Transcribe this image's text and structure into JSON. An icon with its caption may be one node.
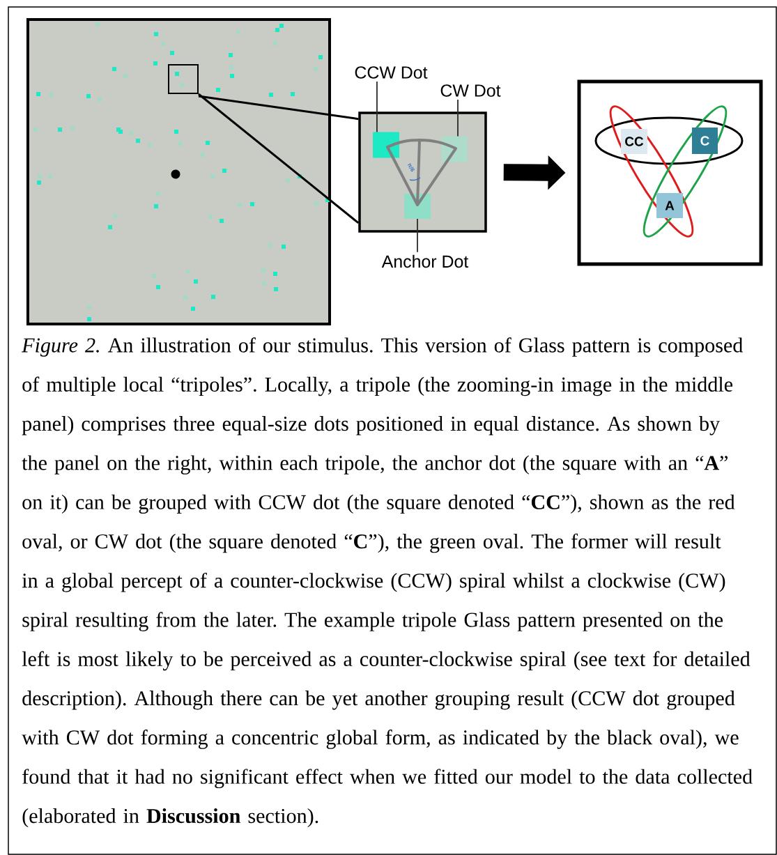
{
  "diagram": {
    "caption": "*Figure 2.* An illustration of our stimulus. This version of Glass pattern is composed of multiple local “tripoles”. Locally, a tripole (the zooming-in image in the middle panel) comprises three equal-size dots positioned in equal distance. As shown by the panel on the right, within each tripole, the anchor dot (the square with an “**A**” on it) can be grouped with CCW dot (the square denoted “**CC**”), shown as the red oval, or CW dot (the square denoted “**C**”), the green oval. The former will result in a global percept of a counter-clockwise (CCW) spiral whilst a clockwise (CW) spiral resulting from the later. The example tripole Glass pattern presented on the left is most likely to be perceived as a counter-clockwise spiral (see text for detailed description). Although there can be yet another grouping result (CCW dot grouped with CW dot forming a concentric global form, as indicated by the black oval), we found that it had no significant effect when we fitted our model to the data collected (elaborated in **Discussion** section).",
    "nodes": [
      {
        "text": [],
        "shape": "picture"
      },
      {
        "text": [],
        "shape": "box",
        "in": 0
      },
      {
        "text": [],
        "shape": "box"
      },
      {
        "text": [],
        "shape": "box",
        "in": 2
      },
      {
        "text": [],
        "shape": "box",
        "in": 2
      },
      {
        "text": [],
        "shape": "box",
        "in": 2
      },
      {
        "text": [
          "CCW Dot"
        ]
      },
      {
        "text": [
          "CW Dot"
        ]
      },
      {
        "text": [
          "Anchor Dot"
        ]
      },
      {
        "text": [],
        "shape": "box"
      },
      {
        "text": [
          "CC"
        ],
        "in": 9
      },
      {
        "text": [
          "C"
        ],
        "in": 9
      },
      {
        "text": [
          "A"
        ],
        "in": 9
      }
    ],
    "edges": [
      {
        "from": 1,
        "to": 2,
        "arrow": "none"
      },
      {
        "from": 1,
        "to": 2,
        "arrow": "none"
      },
      {
        "from": 6,
        "to": 3,
        "arrow": "none"
      },
      {
        "from": 7,
        "to": 4,
        "arrow": "none"
      },
      {
        "from": 8,
        "to": 5,
        "arrow": "none"
      },
      {
        "from": 2,
        "to": 9,
        "arrow": "to",
        "style": "thick"
      }
    ],
    "labels": [
      "π/6"
    ]
  }
}
